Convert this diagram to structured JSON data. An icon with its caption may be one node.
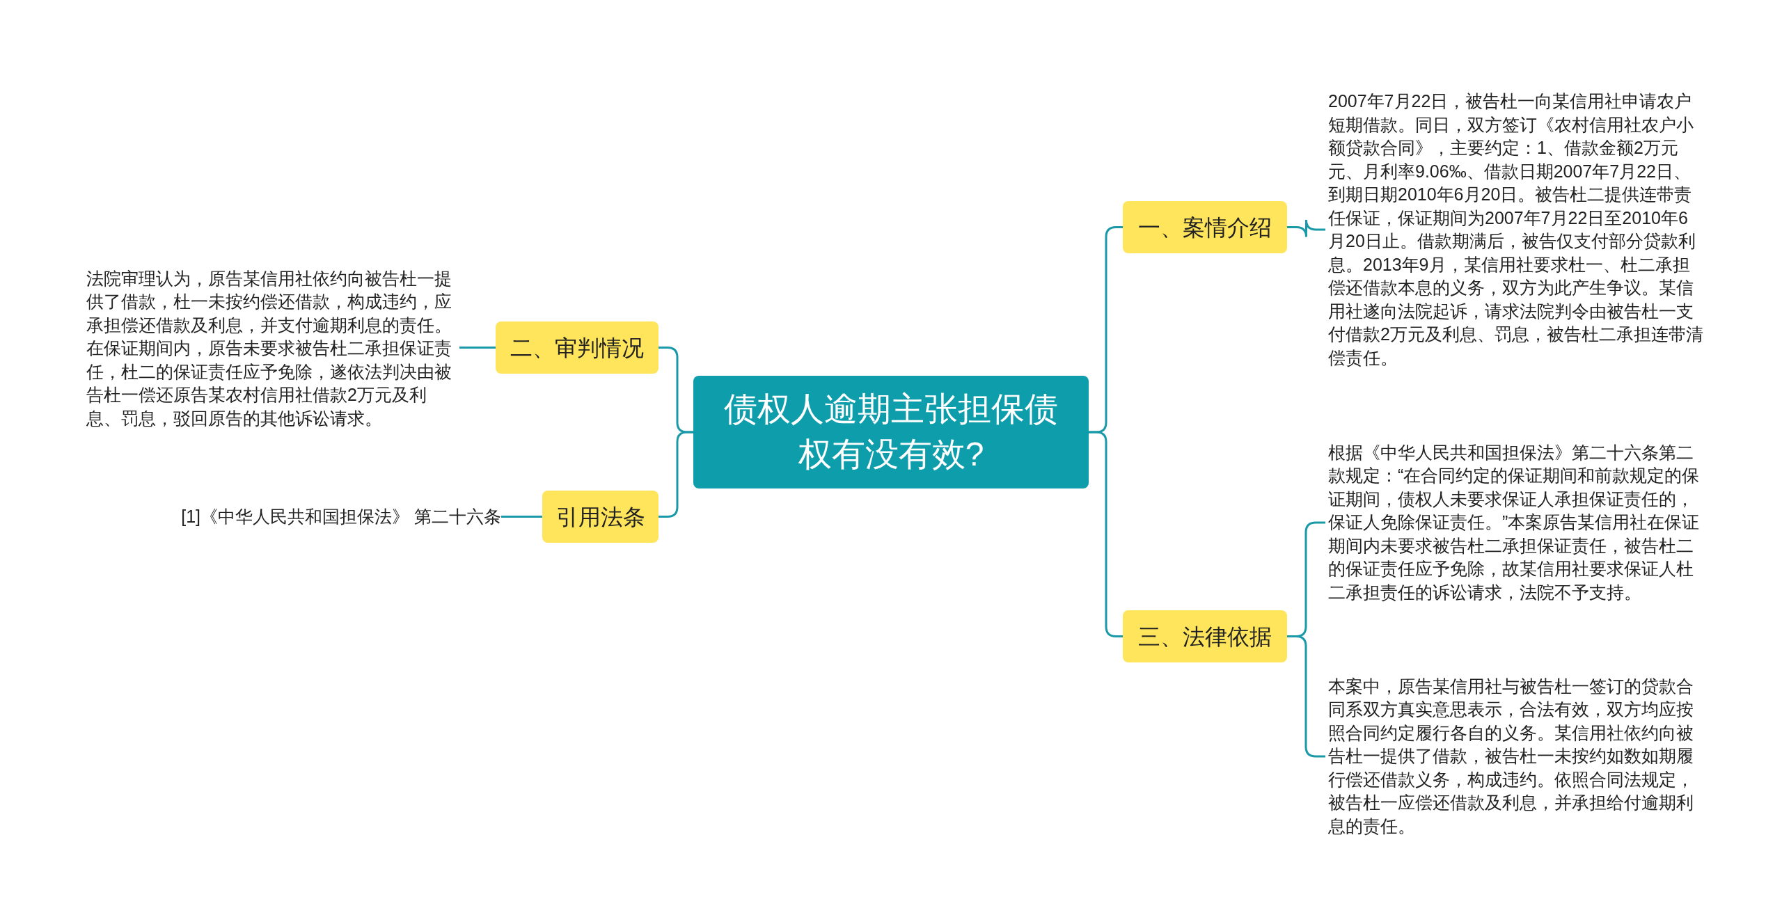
{
  "diagram": {
    "nodes": [
      {
        "text": [
          "债权人逾期主张担保债权有没有效?"
        ]
      },
      {
        "text": [
          "一、案情介绍"
        ]
      },
      {
        "text": [
          "2007年7月22日，被告杜一向某信用社申请农户短期借款。同日，双方签订《农村信用社农户小额贷款合同》，主要约定：1、借款金额2万元元、月利率9.06‰、借款日期2007年7月22日、到期日期2010年6月20日。被告杜二提供连带责任保证，保证期间为2007年7月22日至2010年6月20日止。借款期满后，被告仅支付部分贷款利息。2013年9月，某信用社要求杜一、杜二承担偿还借款本息的义务，双方为此产生争议。某信用社遂向法院起诉，请求法院判令由被告杜一支付借款2万元及利息、罚息，被告杜二承担连带清偿责任。"
        ]
      },
      {
        "text": [
          "三、法律依据"
        ]
      },
      {
        "text": [
          "根据《中华人民共和国担保法》第二十六条第二款规定：“在合同约定的保证期间和前款规定的保证期间，债权人未要求保证人承担保证责任的，保证人免除保证责任。”本案原告某信用社在保证期间内未要求被告杜二承担保证责任，被告杜二的保证责任应予免除，故某信用社要求保证人杜二承担责任的诉讼请求，法院不予支持。"
        ]
      },
      {
        "text": [
          "本案中，原告某信用社与被告杜一签订的贷款合同系双方真实意思表示，合法有效，双方均应按照合同约定履行各自的义务。某信用社依约向被告杜一提供了借款，被告杜一未按约如数如期履行偿还借款义务，构成违约。依照合同法规定，被告杜一应偿还借款及利息，并承担给付逾期利息的责任。"
        ]
      },
      {
        "text": [
          "二、审判情况"
        ]
      },
      {
        "text": [
          "法院审理认为，原告某信用社依约向被告杜一提供了借款，杜一未按约偿还借款，构成违约，应承担偿还借款及利息，并支付逾期利息的责任。在保证期间内，原告未要求被告杜二承担保证责任，杜二的保证责任应予免除，遂依法判决由被告杜一偿还原告某农村信用社借款2万元及利息、罚息，驳回原告的其他诉讼请求。"
        ]
      },
      {
        "text": [
          "引用法条"
        ]
      },
      {
        "text": [
          "[1]《中华人民共和国担保法》 第二十六条"
        ]
      }
    ],
    "edges": [
      {
        "from": 0,
        "to": 1,
        "arrow": "none"
      },
      {
        "from": 1,
        "to": 2,
        "arrow": "none"
      },
      {
        "from": 0,
        "to": 3,
        "arrow": "none"
      },
      {
        "from": 3,
        "to": 4,
        "arrow": "none"
      },
      {
        "from": 3,
        "to": 5,
        "arrow": "none"
      },
      {
        "from": 0,
        "to": 6,
        "arrow": "none"
      },
      {
        "from": 6,
        "to": 7,
        "arrow": "none"
      },
      {
        "from": 0,
        "to": 8,
        "arrow": "none"
      },
      {
        "from": 8,
        "to": 9,
        "arrow": "none"
      }
    ]
  }
}
